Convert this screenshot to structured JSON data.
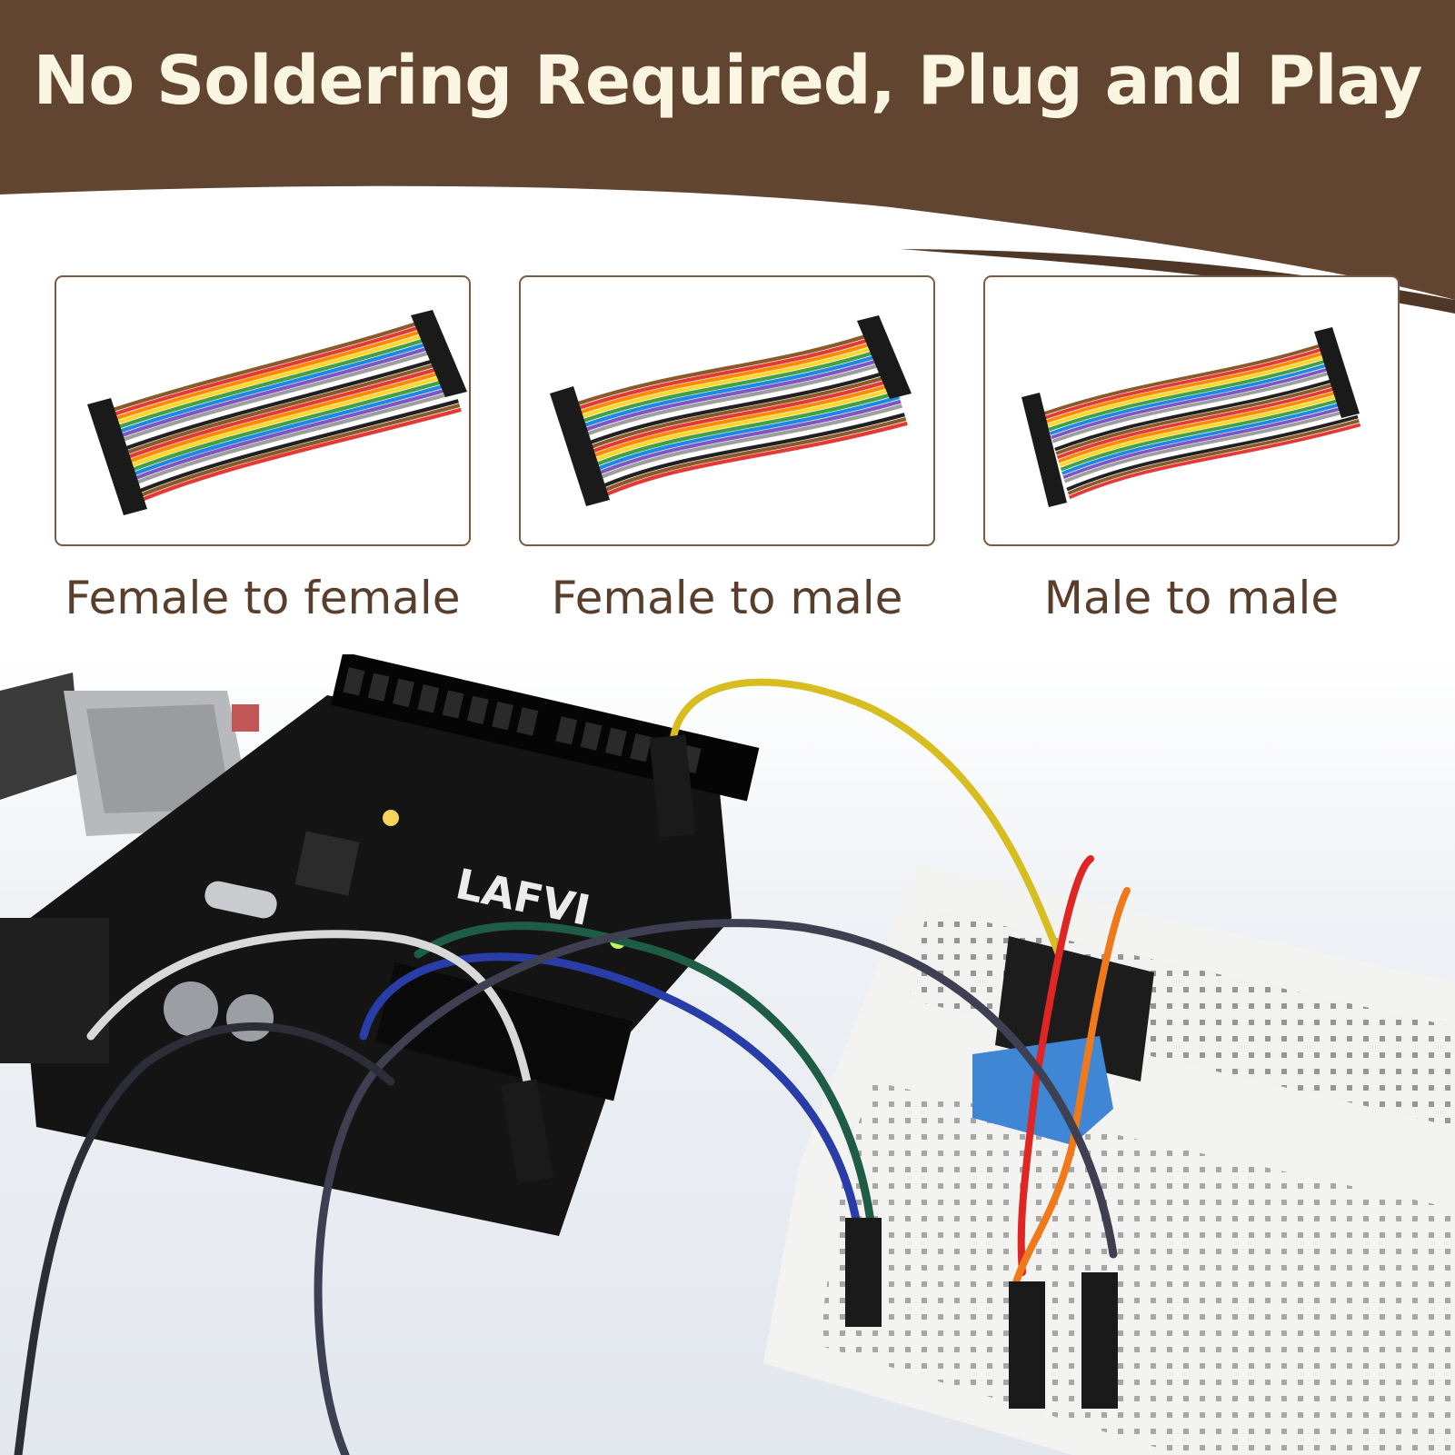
{
  "headline": "No Soldering Required, Plug and Play",
  "colors": {
    "brand_brown": "#614531",
    "headline_text": "#fbf6e2",
    "card_border": "#7a5a43",
    "caption_text": "#5a3e2c",
    "wire_palette": [
      "#8b5a2b",
      "#e53935",
      "#fb8c00",
      "#fdd835",
      "#43a047",
      "#1e88e5",
      "#7e57c2",
      "#9e9e9e",
      "#ffffff",
      "#212121"
    ]
  },
  "cable_types": [
    {
      "label": "Female to female",
      "icon": "female-to-female-jumper-cables-icon"
    },
    {
      "label": "Female to male",
      "icon": "female-to-male-jumper-cables-icon"
    },
    {
      "label": "Male to male",
      "icon": "male-to-male-jumper-cables-icon"
    }
  ],
  "photo": {
    "board_marking": "LAFVI",
    "description_icon": "microcontroller-breadboard-photo"
  }
}
